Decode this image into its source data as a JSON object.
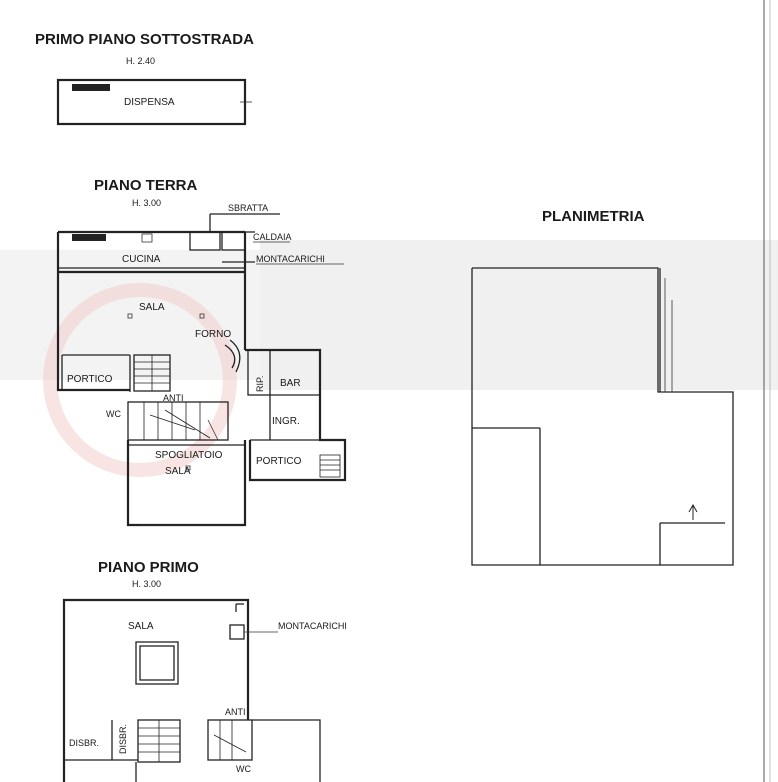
{
  "sottostrada": {
    "title": "PRIMO PIANO SOTTOSTRADA",
    "height": "H. 2.40",
    "room": "DISPENSA"
  },
  "terra": {
    "title": "PIANO TERRA",
    "height": "H. 3.00",
    "sbratta": "SBRATTA",
    "caldaia": "CALDAIA",
    "montacarichi": "MONTACARICHI",
    "cucina": "CUCINA",
    "sala": "SALA",
    "forno": "FORNO",
    "portico": "PORTICO",
    "rip": "RIP.",
    "bar": "BAR",
    "anti": "ANTI",
    "wc": "WC",
    "ingr": "INGR.",
    "spogliatoio": "SPOGLIATOIO",
    "sala2": "SALA",
    "portico2": "PORTICO"
  },
  "primo": {
    "title": "PIANO PRIMO",
    "height": "H. 3.00",
    "sala": "SALA",
    "montacarichi": "MONTACARICHI",
    "disbr": "DISBR.",
    "disbr_v": "DISBR.",
    "anti": "ANTI",
    "wc": "WC"
  },
  "planimetria": {
    "title": "PLANIMETRIA"
  }
}
